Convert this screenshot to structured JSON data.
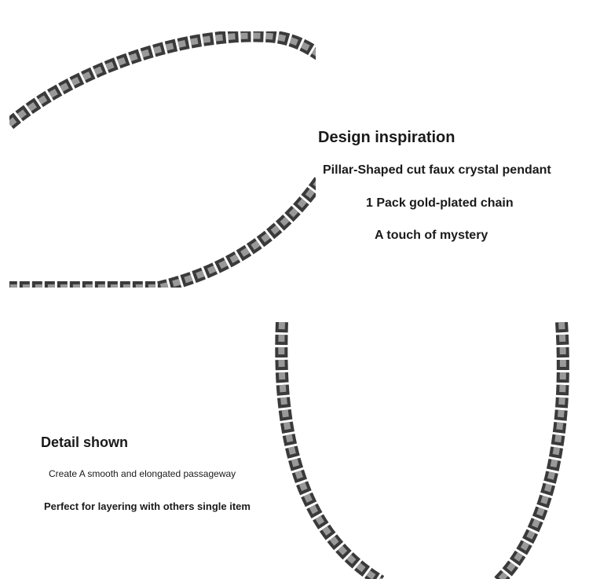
{
  "design": {
    "heading": "Design inspiration",
    "lines": [
      "Pillar-Shaped cut faux crystal pendant",
      "1 Pack gold-plated chain",
      "A touch of mystery"
    ]
  },
  "detail": {
    "heading": "Detail shown",
    "lines": [
      "Create A smooth and elongated passageway",
      "Perfect for layering with others single item"
    ]
  },
  "colors": {
    "chain_dark": "#3a3a3a",
    "stone": "#8a8a8a"
  }
}
